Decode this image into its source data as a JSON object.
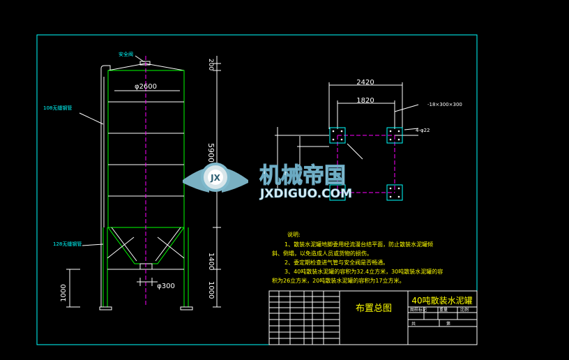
{
  "drawing": {
    "dims": {
      "top_height": "200",
      "diameter": "φ2600",
      "body_height": "5900",
      "cone_height": "1400",
      "leg_height": "1000",
      "leg_height_left": "1000",
      "outlet": "φ300",
      "plan_outer": "2420",
      "plan_inner": "1820",
      "plate_spec": "-18×300×300",
      "bolt_spec": "4-φ22"
    },
    "labels": {
      "safety_valve": "安全阀",
      "pipe_upper": "108无缝钢管",
      "pipe_lower": "128无缝钢管"
    }
  },
  "notes": {
    "heading": "说明:",
    "lines": [
      "1、散装水泥罐地脚委用经流漫台结平面，防止散装水泥罐倾",
      "斜、倒塌，以免造成人员或货物的损伤。",
      "2、委定期检查进气管与安全阀是否畅通。",
      "3、40吨散装水泥罐的容积为32.4立方米，30吨散装水泥罐的容",
      "积为26立方米，20吨散装水泥罐的容积为17立方米。"
    ]
  },
  "title_block": {
    "drawing_title": "布置总图",
    "product_name": "40吨散装水泥罐",
    "stage_label": "图样标记",
    "weight_label": "重量",
    "scale_label": "比例",
    "sheet_total": "共",
    "sheet_no": "第"
  },
  "watermark": {
    "cn": "机械帝国",
    "en": "JXDIGUO.COM",
    "badge": "JX"
  }
}
